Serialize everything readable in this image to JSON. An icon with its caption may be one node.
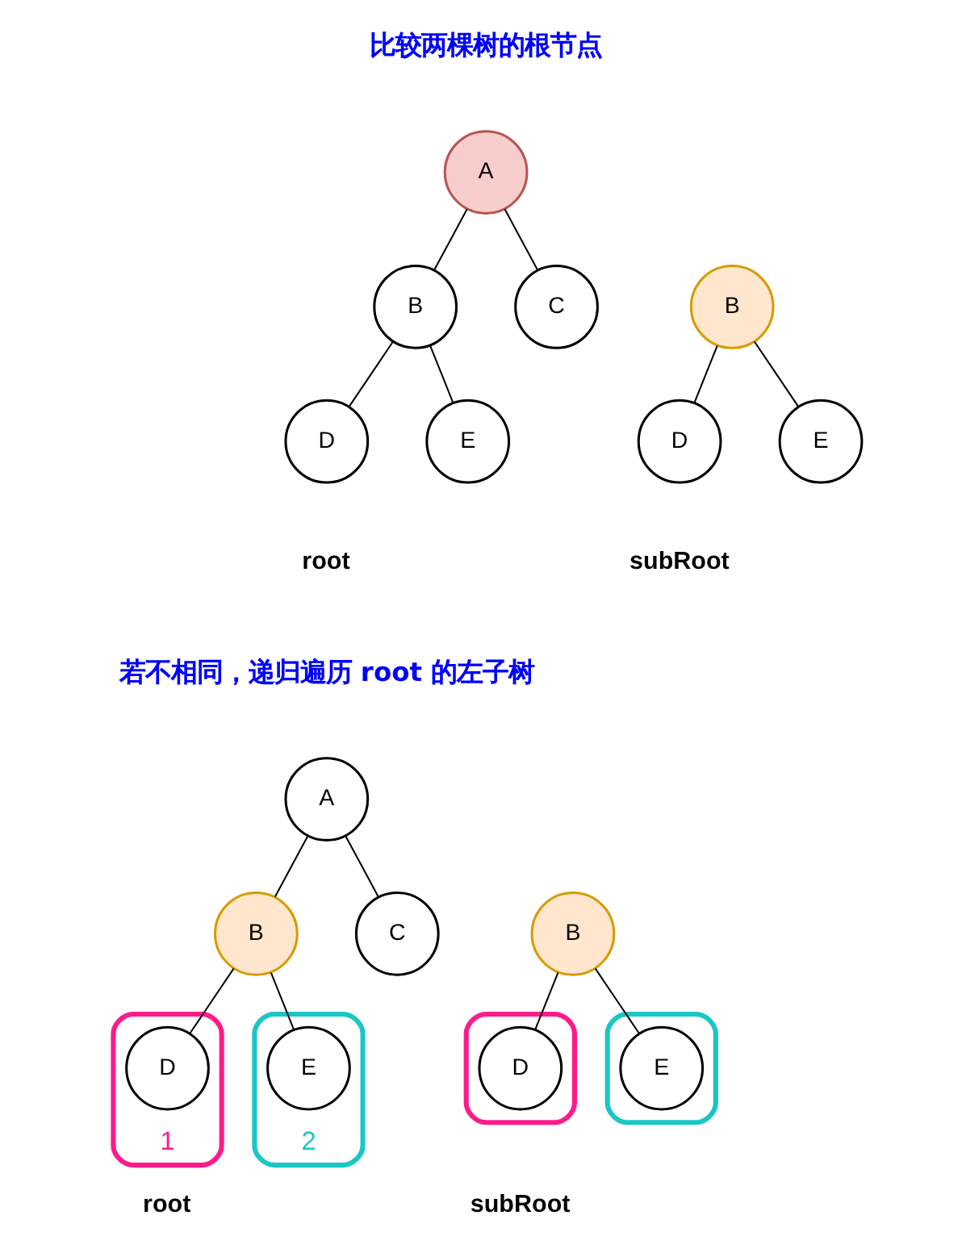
{
  "diagram": {
    "nodes": [
      {
        "text": [
          "A"
        ]
      },
      {
        "text": [
          "B"
        ]
      },
      {
        "text": [
          "C"
        ]
      },
      {
        "text": [
          "D"
        ]
      },
      {
        "text": [
          "E"
        ]
      },
      {
        "text": [
          "B"
        ]
      },
      {
        "text": [
          "D"
        ]
      },
      {
        "text": [
          "E"
        ]
      },
      {
        "text": [
          "A"
        ]
      },
      {
        "text": [
          "B"
        ]
      },
      {
        "text": [
          "C"
        ]
      },
      {
        "text": [],
        "shape": "box",
        "beside": [
          "1"
        ]
      },
      {
        "text": [
          "D"
        ],
        "in": 11
      },
      {
        "text": [],
        "shape": "box",
        "beside": [
          "2"
        ]
      },
      {
        "text": [
          "E"
        ],
        "in": 13
      },
      {
        "text": [
          "B"
        ]
      },
      {
        "text": [],
        "shape": "box"
      },
      {
        "text": [
          "D"
        ],
        "in": 16
      },
      {
        "text": [],
        "shape": "box"
      },
      {
        "text": [
          "E"
        ],
        "in": 18
      }
    ],
    "edges": [
      {
        "from": 0,
        "to": 1,
        "arrow": "none"
      },
      {
        "from": 0,
        "to": 2,
        "arrow": "none"
      },
      {
        "from": 1,
        "to": 3,
        "arrow": "none"
      },
      {
        "from": 1,
        "to": 4,
        "arrow": "none"
      },
      {
        "from": 5,
        "to": 6,
        "arrow": "none"
      },
      {
        "from": 5,
        "to": 7,
        "arrow": "none"
      },
      {
        "from": 8,
        "to": 9,
        "arrow": "none"
      },
      {
        "from": 8,
        "to": 10,
        "arrow": "none"
      },
      {
        "from": 9,
        "to": 12,
        "arrow": "none"
      },
      {
        "from": 9,
        "to": 14,
        "arrow": "none"
      },
      {
        "from": 15,
        "to": 17,
        "arrow": "none"
      },
      {
        "from": 15,
        "to": 19,
        "arrow": "none"
      }
    ],
    "labels": [
      "比较两棵树的根节点",
      "root",
      "subRoot",
      "若不相同，递归遍历 root 的左子树",
      "root",
      "subRoot"
    ]
  }
}
